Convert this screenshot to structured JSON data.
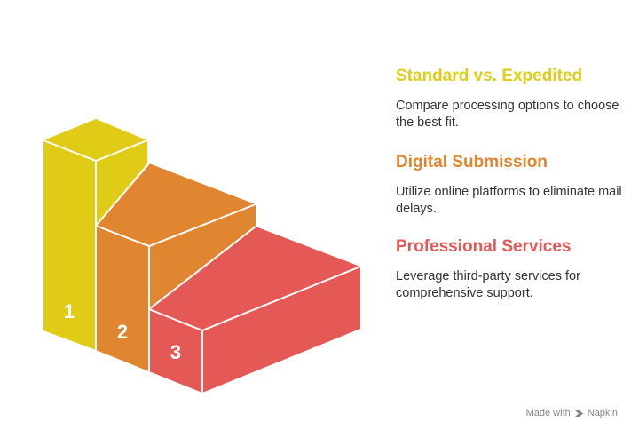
{
  "colors": {
    "step1": "#E0CC16",
    "step2": "#E08530",
    "step3": "#E45855"
  },
  "steps": [
    {
      "number": "1",
      "title": "Standard vs. Expedited",
      "description": "Compare processing options to choose the best fit."
    },
    {
      "number": "2",
      "title": "Digital Submission",
      "description": "Utilize online platforms to eliminate mail delays."
    },
    {
      "number": "3",
      "title": "Professional Services",
      "description": "Leverage third-party services for comprehensive support."
    }
  ],
  "footer": {
    "made_with": "Made with",
    "brand": "Napkin",
    "brand_icon": "napkin-logo-icon"
  }
}
